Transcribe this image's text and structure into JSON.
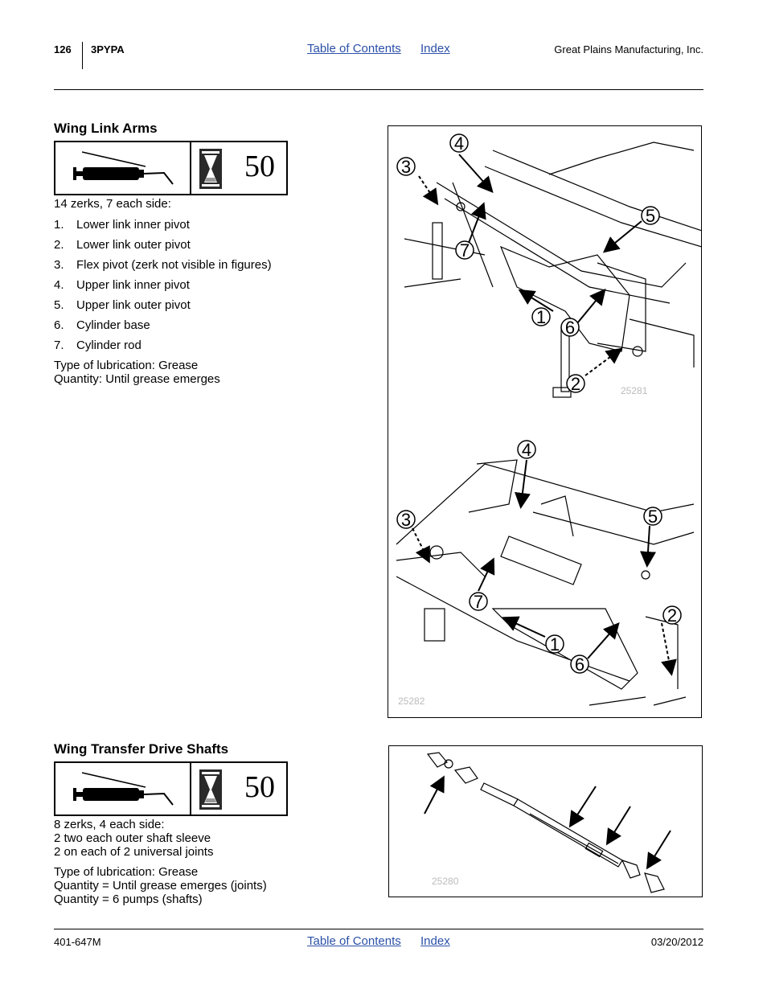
{
  "header": {
    "page_number": "126",
    "product": "3PYPA",
    "toc_link": "Table of Contents",
    "index_link": "Index",
    "company": "Great Plains Manufacturing, Inc."
  },
  "section1": {
    "title": "Wing Link Arms",
    "interval": "50",
    "intro": "14 zerks, 7 each side:",
    "items": [
      {
        "num": "1.",
        "text": "Lower link inner pivot"
      },
      {
        "num": "2.",
        "text": "Lower link outer pivot"
      },
      {
        "num": "3.",
        "text": "Flex pivot (zerk not visible in figures)"
      },
      {
        "num": "4.",
        "text": "Upper link inner pivot"
      },
      {
        "num": "5.",
        "text": "Upper link outer pivot"
      },
      {
        "num": "6.",
        "text": "Cylinder base"
      },
      {
        "num": "7.",
        "text": "Cylinder rod"
      }
    ],
    "lube_type": "Type of lubrication: Grease",
    "quantity": "Quantity: Until grease emerges"
  },
  "figure1": {
    "top_id": "25281",
    "bottom_id": "25282",
    "callouts": [
      "1",
      "2",
      "3",
      "4",
      "5",
      "6",
      "7"
    ]
  },
  "section2": {
    "title": "Wing Transfer Drive Shafts",
    "interval": "50",
    "line1": "8 zerks, 4 each side:",
    "line2": "2 two each outer shaft sleeve",
    "line3": "2 on each of 2 universal joints",
    "lube_type": "Type of lubrication: Grease",
    "quantity1": "Quantity = Until grease emerges (joints)",
    "quantity2": "Quantity = 6 pumps (shafts)"
  },
  "figure2": {
    "id": "25280"
  },
  "footer": {
    "doc_number": "401-647M",
    "toc_link": "Table of Contents",
    "index_link": "Index",
    "date": "03/20/2012"
  }
}
